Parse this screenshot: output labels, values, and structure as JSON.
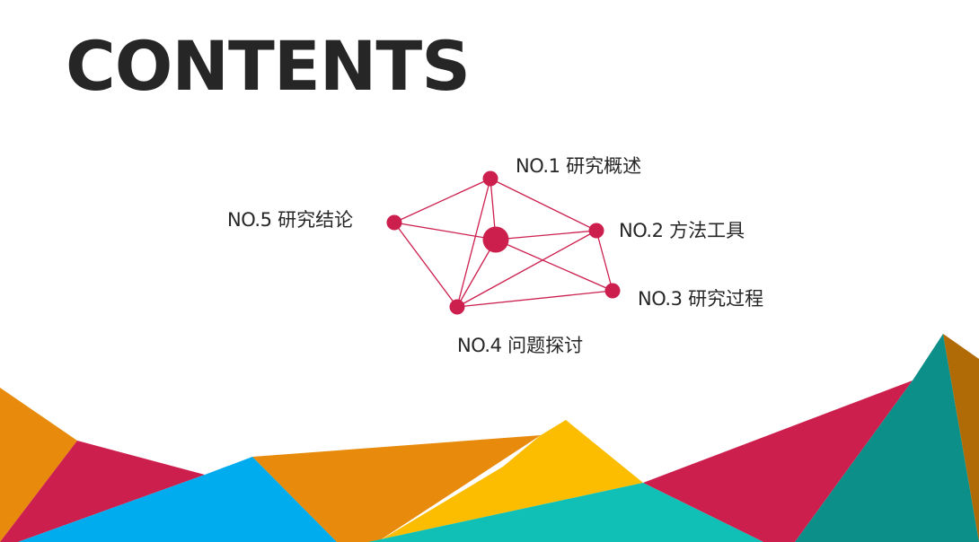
{
  "slide": {
    "title": "CONTENTS",
    "accent_color": "#cc1f4e",
    "text_color": "#262626"
  },
  "items": [
    {
      "number": "NO.1",
      "label": "研究概述"
    },
    {
      "number": "NO.2",
      "label": "方法工具"
    },
    {
      "number": "NO.3",
      "label": "研究过程"
    },
    {
      "number": "NO.4",
      "label": "问题探讨"
    },
    {
      "number": "NO.5",
      "label": "研究结论"
    }
  ],
  "decoration": {
    "colors": {
      "orange": "#e88a0b",
      "crimson": "#cc1f4e",
      "sky_blue": "#00aced",
      "yellow": "#fcbd00",
      "turquoise": "#10c0b6",
      "teal": "#0b8f88",
      "brown": "#b06a06"
    }
  }
}
